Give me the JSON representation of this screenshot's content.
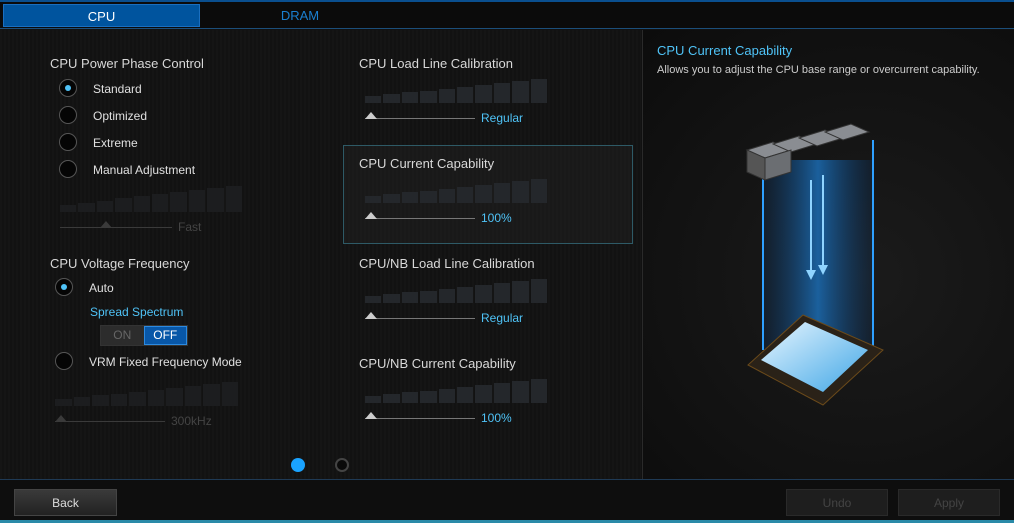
{
  "tabs": [
    {
      "label": "CPU",
      "active": true
    },
    {
      "label": "DRAM",
      "active": false
    }
  ],
  "left": {
    "power_phase": {
      "title": "CPU Power Phase Control",
      "options": [
        "Standard",
        "Optimized",
        "Extreme",
        "Manual Adjustment"
      ],
      "selected": 0,
      "slider_value": "Fast",
      "enabled": false
    },
    "voltage_freq": {
      "title": "CPU Voltage Frequency",
      "options": [
        "Auto",
        "VRM Fixed Frequency Mode"
      ],
      "selected": 0,
      "spread_spectrum": {
        "label": "Spread Spectrum",
        "on": "ON",
        "off": "OFF",
        "value": "OFF"
      },
      "slider_value": "300kHz",
      "enabled": false
    }
  },
  "middle": [
    {
      "title": "CPU Load Line Calibration",
      "value": "Regular",
      "selected": false
    },
    {
      "title": "CPU Current Capability",
      "value": "100%",
      "selected": true
    },
    {
      "title": "CPU/NB Load Line Calibration",
      "value": "Regular",
      "selected": false
    },
    {
      "title": "CPU/NB Current Capability",
      "value": "100%",
      "selected": false
    }
  ],
  "pager": {
    "pages": 2,
    "current": 1
  },
  "info": {
    "title": "CPU Current Capability",
    "description": "Allows you to adjust the CPU base range or overcurrent capability."
  },
  "buttons": {
    "back": "Back",
    "undo": "Undo",
    "apply": "Apply"
  },
  "colors": {
    "accent": "#4fc3f7",
    "tab_active": "#00549e"
  }
}
